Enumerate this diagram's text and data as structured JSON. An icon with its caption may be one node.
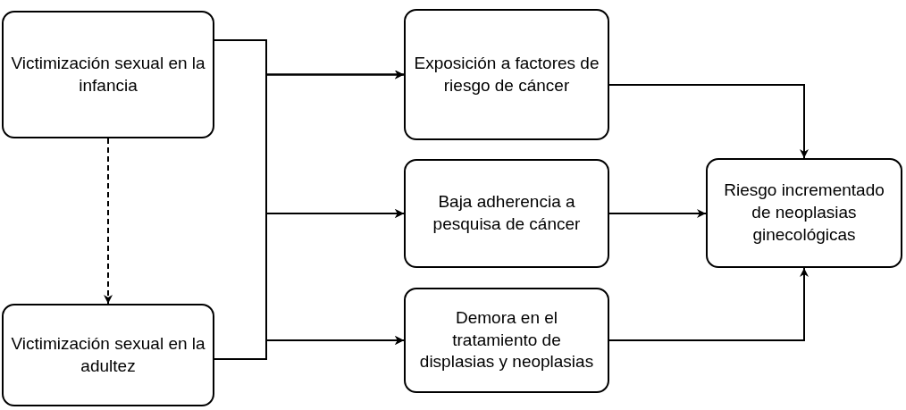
{
  "diagram": {
    "nodes": [
      {
        "text": [
          "Victimización sexual en la infancia"
        ]
      },
      {
        "text": [
          "Victimización sexual en la adultez"
        ]
      },
      {
        "text": [
          "Exposición a factores de riesgo de cáncer"
        ]
      },
      {
        "text": [
          "Baja adherencia a pesquisa de cáncer"
        ]
      },
      {
        "text": [
          "Demora en el tratamiento de displasias y neoplasias"
        ]
      },
      {
        "text": [
          "Riesgo incrementado de neoplasias ginecológicas"
        ]
      }
    ],
    "edges": [
      {
        "from": 0,
        "to": 1,
        "arrow": "to",
        "style": "dashed"
      },
      {
        "from": 0,
        "to": 2,
        "arrow": "to"
      },
      {
        "from": 0,
        "to": 3,
        "arrow": "to"
      },
      {
        "from": 0,
        "to": 4,
        "arrow": "to"
      },
      {
        "from": 1,
        "to": 2,
        "arrow": "to"
      },
      {
        "from": 1,
        "to": 3,
        "arrow": "to"
      },
      {
        "from": 1,
        "to": 4,
        "arrow": "to"
      },
      {
        "from": 2,
        "to": 5,
        "arrow": "to"
      },
      {
        "from": 3,
        "to": 5,
        "arrow": "to"
      },
      {
        "from": 4,
        "to": 5,
        "arrow": "to"
      }
    ]
  }
}
